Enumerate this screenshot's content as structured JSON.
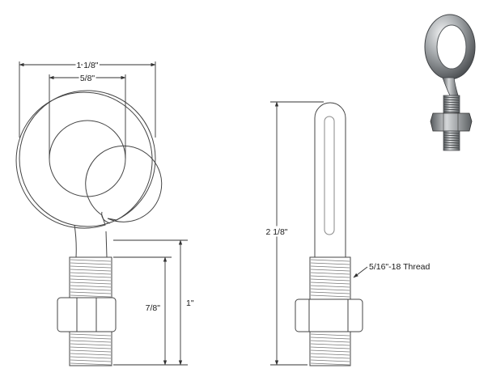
{
  "drawing": {
    "front_view": {
      "overall_width": "1 1/8\"",
      "eye_inner_width": "5/8\"",
      "thread_length": "7/8\"",
      "shank_length": "1\""
    },
    "side_view": {
      "overall_length": "2 1/8\"",
      "thread_callout": "5/16\"-18 Thread"
    },
    "colors": {
      "line": "#333333",
      "metal_light": "#d7d9da",
      "metal_mid": "#9ea2a5",
      "metal_dark": "#4a4d50"
    }
  }
}
